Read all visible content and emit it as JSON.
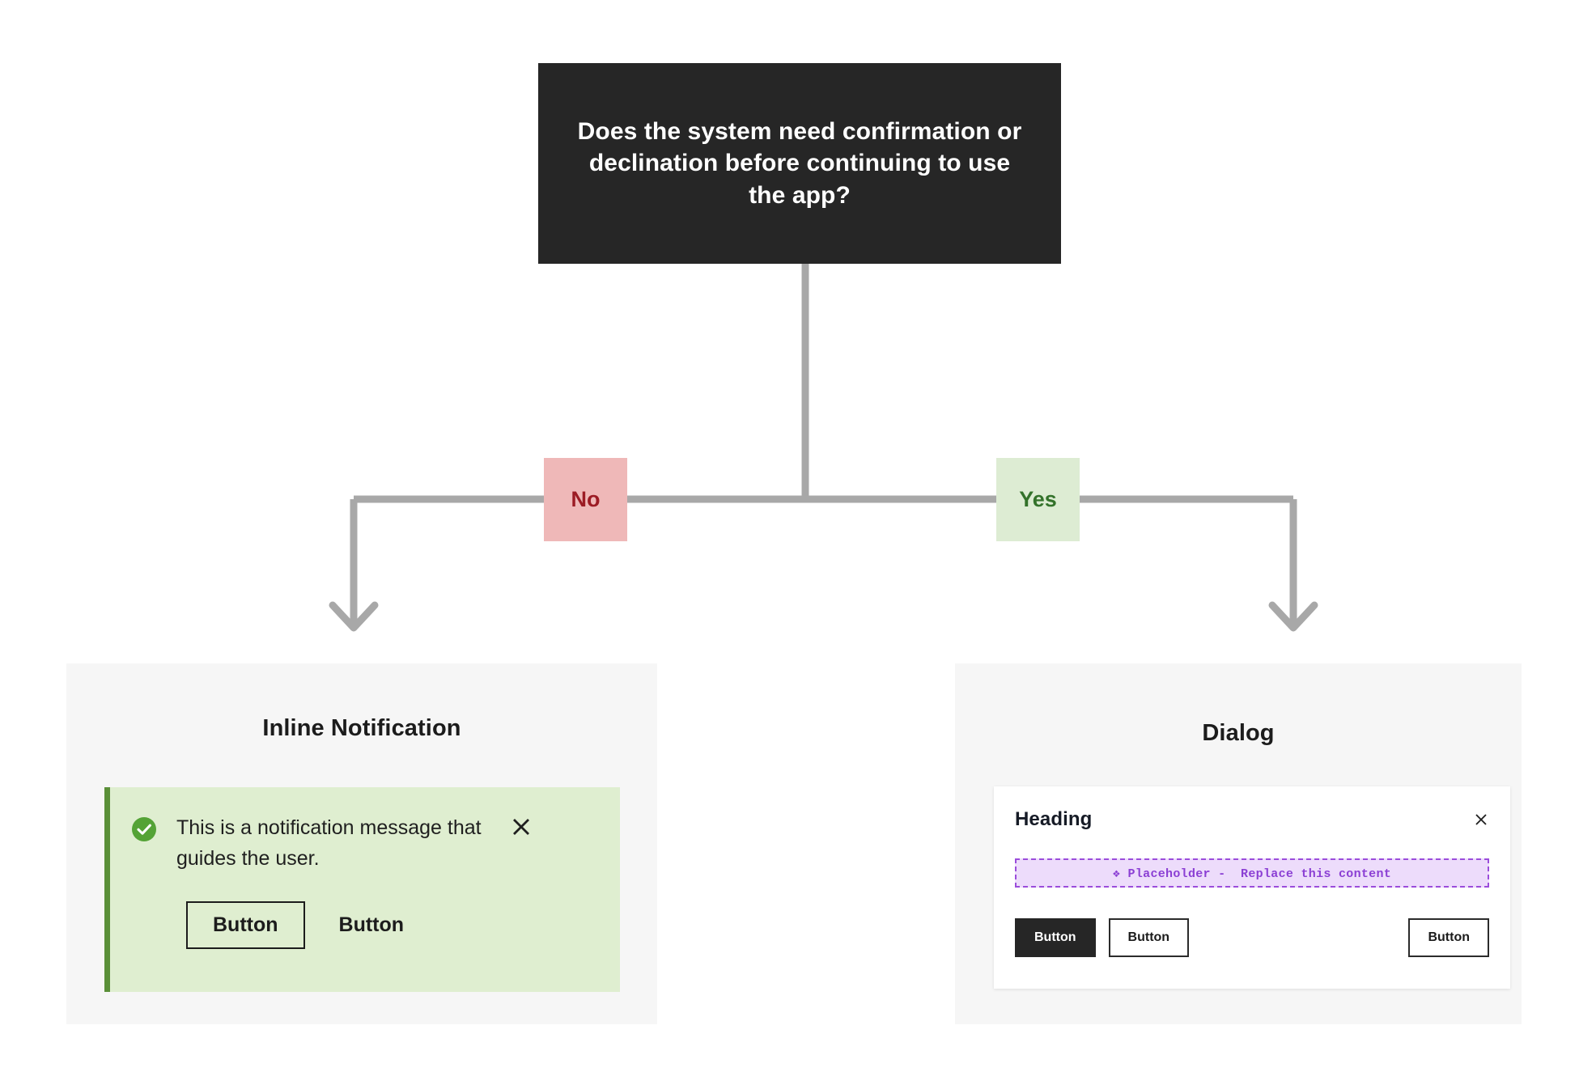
{
  "flow": {
    "decision": {
      "text": "Does the system need confirmation or declination before continuing to use the app?",
      "bg_color": "#262626",
      "text_color": "#ffffff"
    },
    "branches": [
      {
        "label": "No",
        "bg_color": "#efb8b8",
        "text_color": "#9c1b24"
      },
      {
        "label": "Yes",
        "bg_color": "#ddecd3",
        "text_color": "#33722a"
      }
    ],
    "connector_color": "#a8a8a8"
  },
  "left_panel": {
    "title": "Inline Notification",
    "panel_bg": "#f6f6f6",
    "notification": {
      "bg_color": "#dfeed0",
      "accent_color": "#5a8f38",
      "status_icon": "check-circle-icon",
      "message": "This is a notification message that guides the user.",
      "close_icon": "close-icon",
      "buttons": [
        {
          "label": "Button",
          "style": "outline"
        },
        {
          "label": "Button",
          "style": "ghost"
        }
      ]
    }
  },
  "right_panel": {
    "title": "Dialog",
    "panel_bg": "#f6f6f6",
    "dialog": {
      "heading": "Heading",
      "close_icon": "close-icon",
      "placeholder": {
        "icon": "diamond-sparkle-icon",
        "text": "❖ Placeholder -  Replace this content",
        "bg_color": "#eddcfb",
        "border_color": "#9b4ddb",
        "text_color": "#8b3fd4"
      },
      "buttons": [
        {
          "label": "Button",
          "style": "primary"
        },
        {
          "label": "Button",
          "style": "outline"
        },
        {
          "label": "Button",
          "style": "outline"
        }
      ]
    }
  }
}
